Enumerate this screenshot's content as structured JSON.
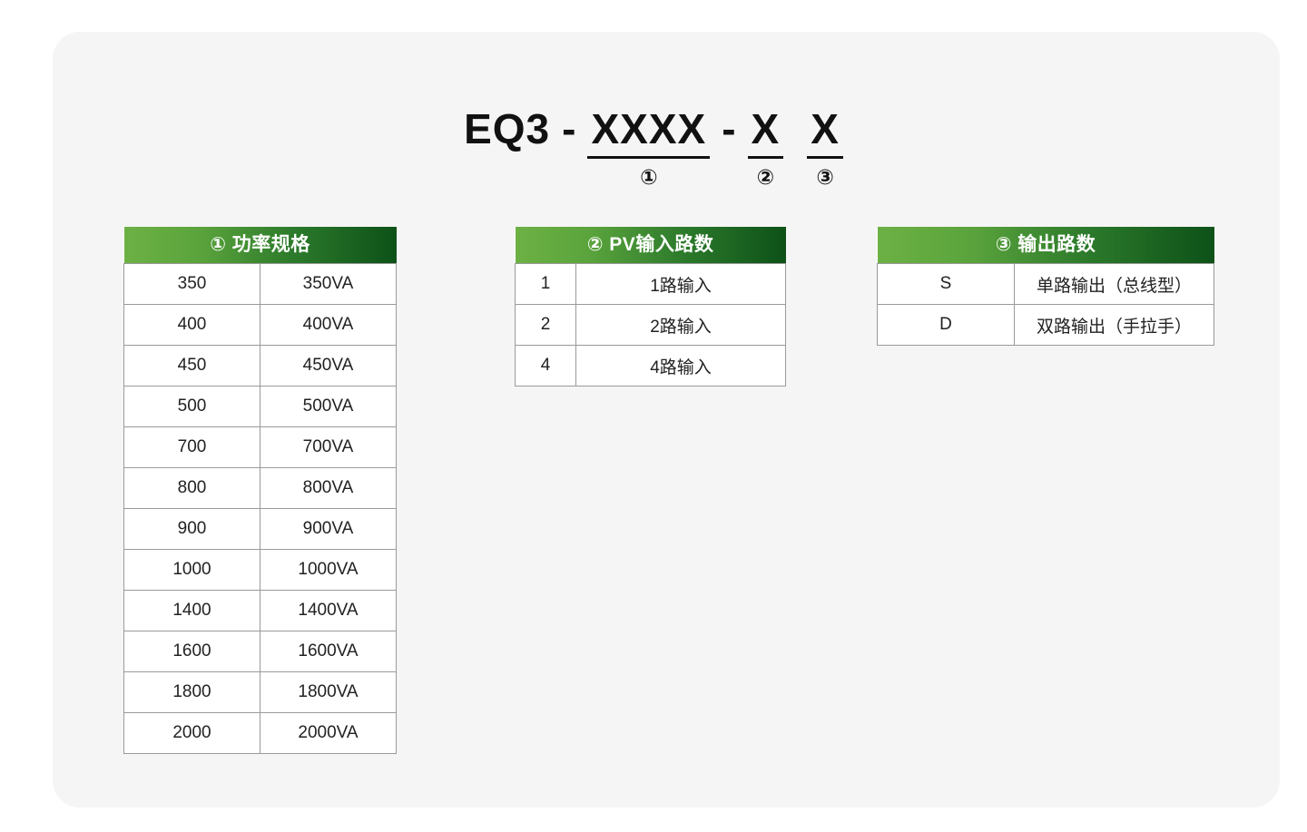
{
  "card": {
    "background_color": "#f5f5f5",
    "page_background_color": "#ffffff"
  },
  "model_code": {
    "prefix": "EQ3",
    "dash1": "-",
    "field1": "XXXX",
    "marker1": "①",
    "dash2": "-",
    "field2": "X",
    "marker2": "②",
    "field3": "X",
    "marker3": "③"
  },
  "theme": {
    "header_gradient_start": "#6cb144",
    "header_gradient_end": "#0d5118",
    "header_text_color": "#ffffff",
    "cell_border_color": "#9a9a9a",
    "cell_text_color": "#222222"
  },
  "tables": [
    {
      "id": "power",
      "header": "① 功率规格",
      "rows": [
        {
          "code": "350",
          "desc": "350VA"
        },
        {
          "code": "400",
          "desc": "400VA"
        },
        {
          "code": "450",
          "desc": "450VA"
        },
        {
          "code": "500",
          "desc": "500VA"
        },
        {
          "code": "700",
          "desc": "700VA"
        },
        {
          "code": "800",
          "desc": "800VA"
        },
        {
          "code": "900",
          "desc": "900VA"
        },
        {
          "code": "1000",
          "desc": "1000VA"
        },
        {
          "code": "1400",
          "desc": "1400VA"
        },
        {
          "code": "1600",
          "desc": "1600VA"
        },
        {
          "code": "1800",
          "desc": "1800VA"
        },
        {
          "code": "2000",
          "desc": "2000VA"
        }
      ]
    },
    {
      "id": "pv_input",
      "header": "② PV输入路数",
      "rows": [
        {
          "code": "1",
          "desc": "1路输入"
        },
        {
          "code": "2",
          "desc": "2路输入"
        },
        {
          "code": "4",
          "desc": "4路输入"
        }
      ]
    },
    {
      "id": "output",
      "header": "③ 输出路数",
      "rows": [
        {
          "code": "S",
          "desc": "单路输出（总线型）"
        },
        {
          "code": "D",
          "desc": "双路输出（手拉手）"
        }
      ]
    }
  ]
}
